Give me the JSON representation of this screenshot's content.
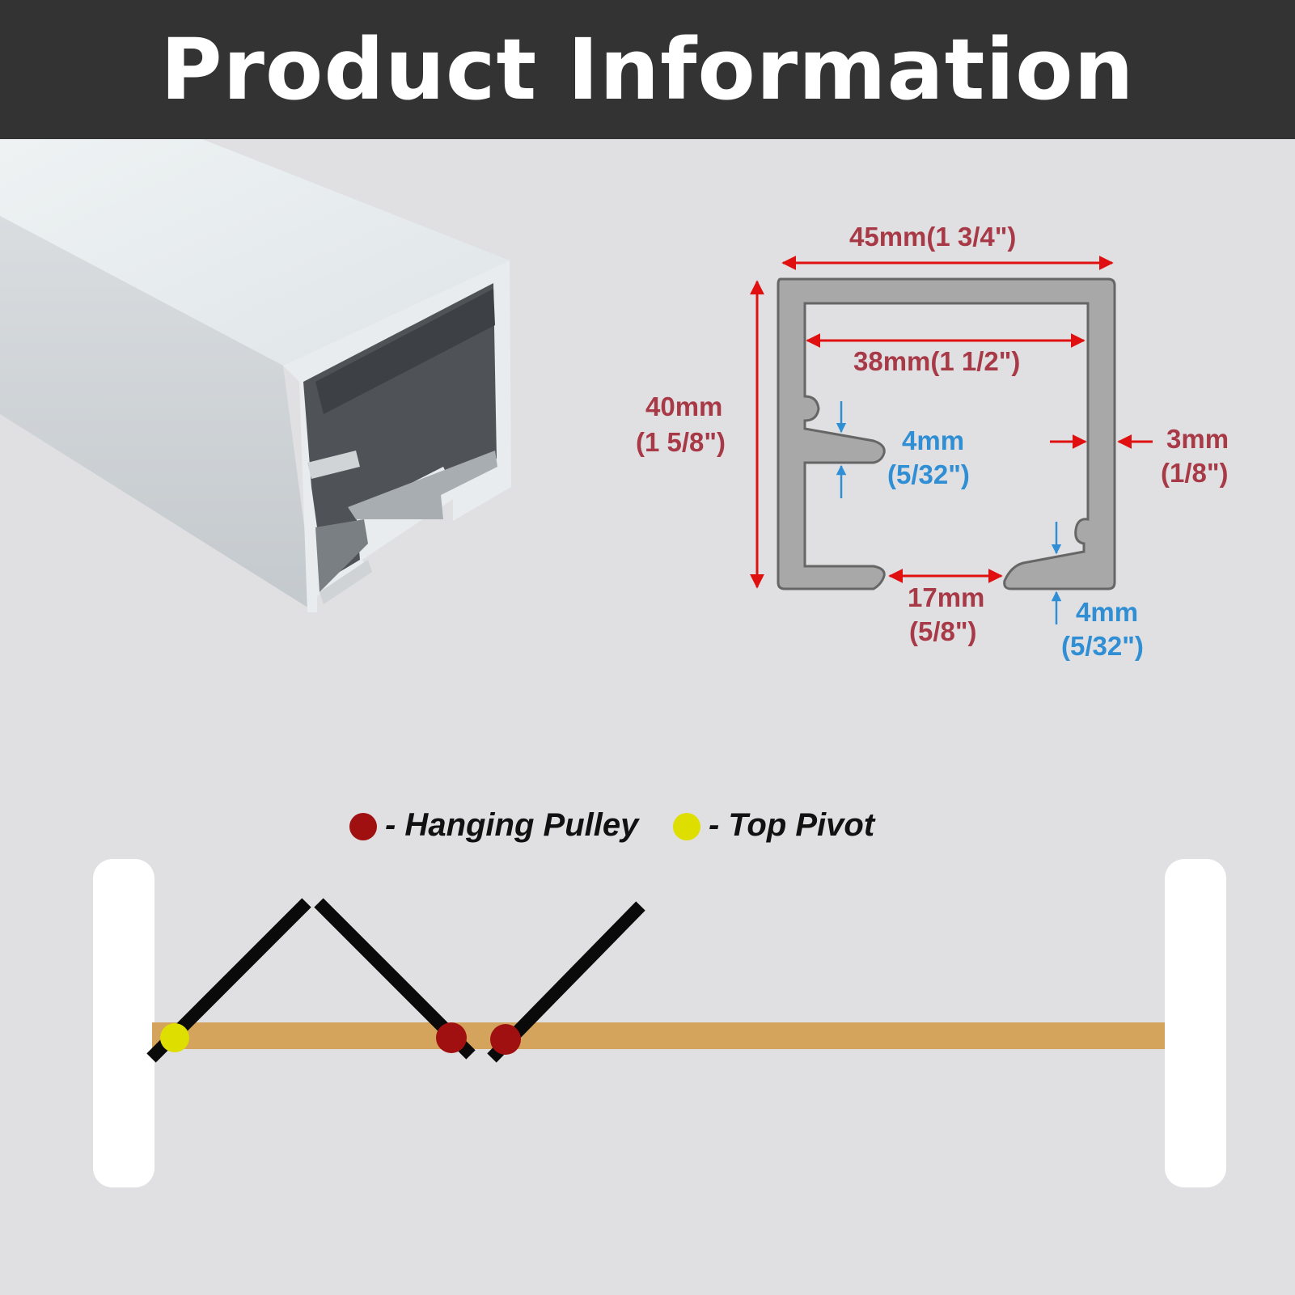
{
  "header": {
    "title": "Product Information"
  },
  "dimensions": {
    "outer_width": "45mm(1 3/4\")",
    "inner_width": "38mm(1 1/2\")",
    "height_mm": "40mm",
    "height_in": "(1 5/8\")",
    "tab_mm": "4mm",
    "tab_in": "(5/32\")",
    "wall_mm": "3mm",
    "wall_in": "(1/8\")",
    "opening_mm": "17mm",
    "opening_in": "(5/8\")",
    "lip_mm": "4mm",
    "lip_in": "(5/32\")"
  },
  "legend": {
    "pulley": {
      "label": "- Hanging Pulley",
      "color": "#a01010"
    },
    "pivot": {
      "label": "- Top Pivot",
      "color": "#dede00"
    }
  },
  "colors": {
    "dimension_red": "#a83a48",
    "dimension_blue": "#2f8ed4",
    "arrow_red": "#e01010",
    "track": "#d4a35c",
    "header_bg": "#333333"
  }
}
